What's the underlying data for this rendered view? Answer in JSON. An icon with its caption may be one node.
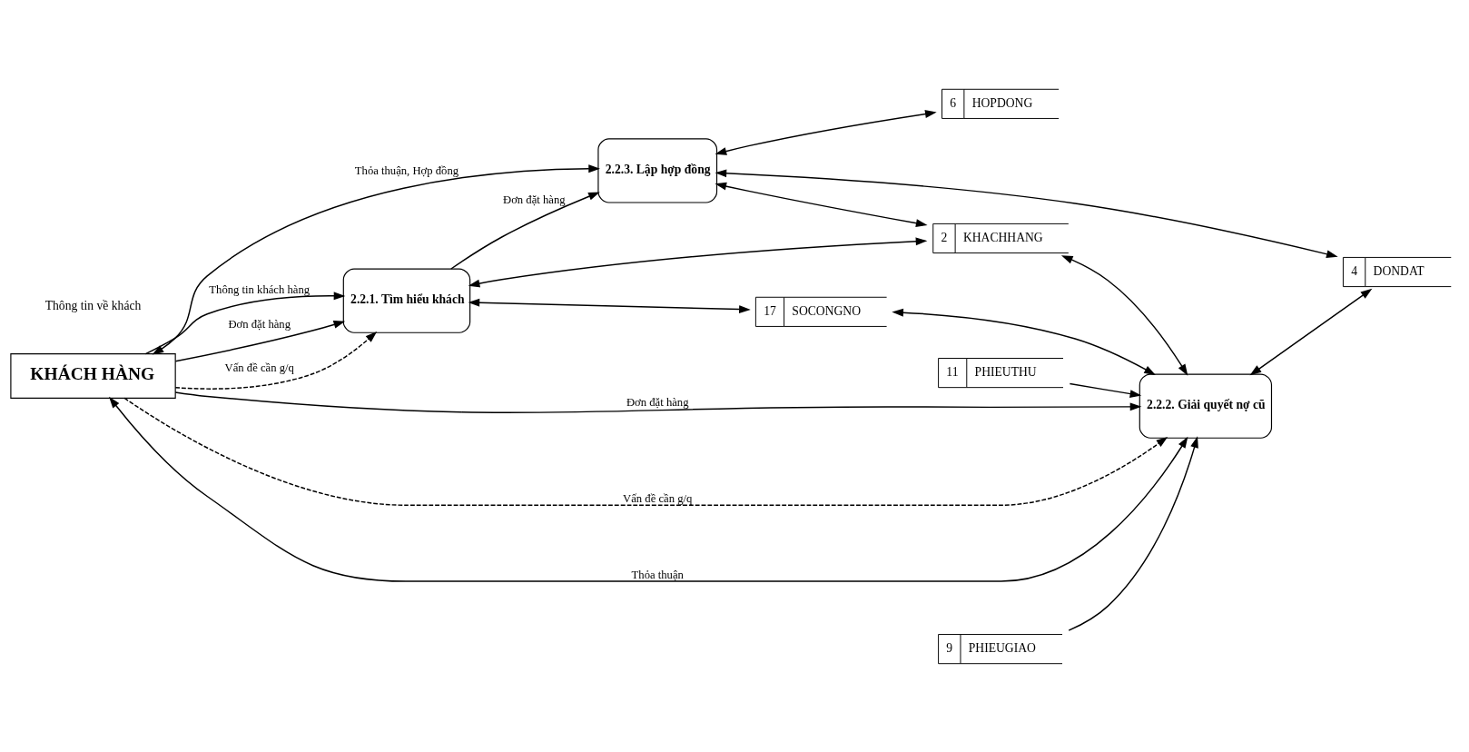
{
  "diagram": {
    "nodes": [
      {
        "text": [
          "KHÁCH HÀNG"
        ]
      },
      {
        "text": [
          "2.2.1. Tìm hiểu khách"
        ]
      },
      {
        "text": [
          "2.2.3. Lập hợp đồng"
        ]
      },
      {
        "text": [
          "6",
          "HOPDONG"
        ]
      },
      {
        "text": [
          "17",
          "SOCONGNO"
        ]
      },
      {
        "text": [
          "2",
          "KHACHHANG"
        ]
      },
      {
        "text": [
          "2.2.2. Giải quyết nợ cũ"
        ]
      },
      {
        "text": [
          "4",
          "DONDAT"
        ]
      },
      {
        "text": [
          "9",
          "PHIEUGIAO"
        ]
      },
      {
        "text": [
          "11",
          "PHIEUTHU"
        ]
      }
    ],
    "edges": [
      {
        "from": 2,
        "to": 0,
        "arrow": "both",
        "label": "Thỏa thuận, Hợp đồng"
      },
      {
        "from": 0,
        "to": 1,
        "arrow": "to",
        "label": "Thông tin khách hàng"
      },
      {
        "from": 0,
        "to": 1,
        "arrow": "to",
        "label": "Đơn đặt hàng"
      },
      {
        "from": 0,
        "to": 1,
        "arrow": "to",
        "label": "Vấn đề cần g/q",
        "style": "dashed"
      },
      {
        "from": 1,
        "to": 2,
        "arrow": "to",
        "label": "Đơn đặt hàng"
      },
      {
        "from": 2,
        "to": 3,
        "arrow": "both"
      },
      {
        "from": 1,
        "to": 4,
        "arrow": "both"
      },
      {
        "from": 1,
        "to": 5,
        "arrow": "both"
      },
      {
        "from": 2,
        "to": 5,
        "arrow": "both"
      },
      {
        "from": 4,
        "to": 6,
        "arrow": "both"
      },
      {
        "from": 5,
        "to": 6,
        "arrow": "both"
      },
      {
        "from": 0,
        "to": 6,
        "arrow": "to",
        "label": "Đơn đặt hàng"
      },
      {
        "from": 0,
        "to": 6,
        "arrow": "to",
        "label": "Vấn đề cần g/q",
        "style": "dashed"
      },
      {
        "from": 6,
        "to": 0,
        "arrow": "both",
        "label": "Thỏa thuận"
      },
      {
        "from": 2,
        "to": 7,
        "arrow": "both"
      },
      {
        "from": 6,
        "to": 7,
        "arrow": "both"
      },
      {
        "from": 8,
        "to": 6,
        "arrow": "to"
      },
      {
        "from": 9,
        "to": 6,
        "arrow": "to"
      }
    ],
    "labels": [
      "Thông tin về khách"
    ]
  }
}
